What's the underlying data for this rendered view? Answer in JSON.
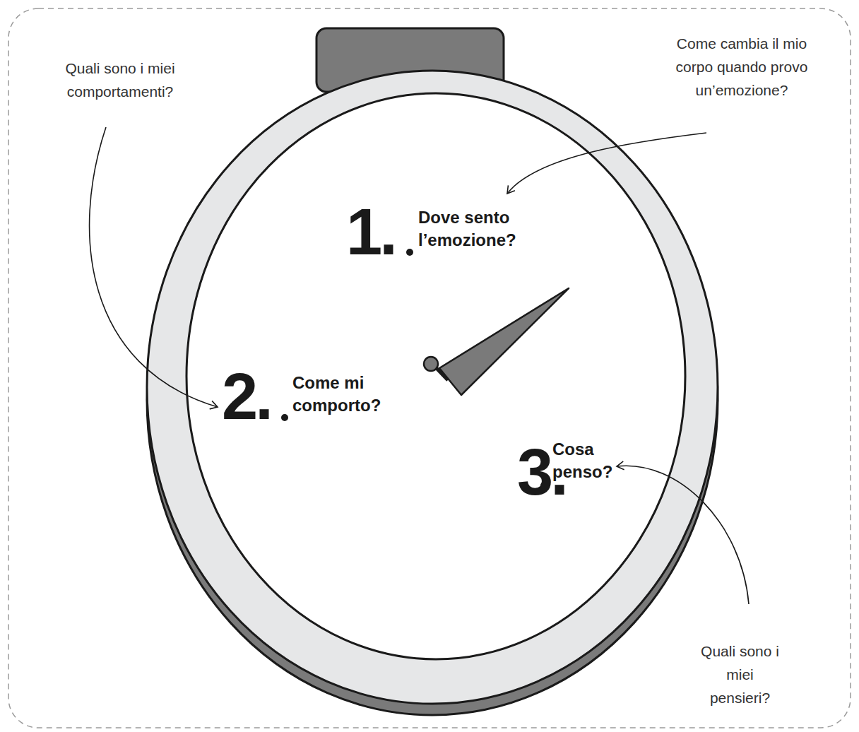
{
  "diagram": {
    "nodes": [
      {
        "text": [
          "1.",
          "Dove sento l’emozione?",
          "2.",
          "Come mi comporto?",
          "3.",
          "Cosa penso?"
        ]
      }
    ],
    "labels": [
      "Come cambia il mio corpo quando provo un’emozione?",
      "Quali sono i miei comportamenti?",
      "Quali sono i miei pensieri?"
    ]
  }
}
